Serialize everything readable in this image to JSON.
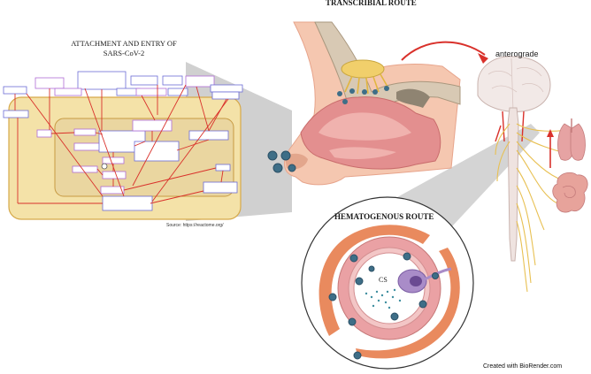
{
  "figure": {
    "left_panel": {
      "title_line1": "ATTACHMENT AND ENTRY OF",
      "title_line2": "SARS-CoV-2",
      "source": "Source: https://reactome.org/"
    },
    "top_route": {
      "label": "TRANSCRIBIAL ROUTE"
    },
    "anterograde": {
      "label": "anterograde"
    },
    "hematogenous": {
      "label": "HEMATOGENOUS ROUTE",
      "cs_label": "CS"
    },
    "credit": "Created with BioRender.com",
    "colors": {
      "pathway_bg": "#f3dfa4",
      "pathway_border": "#d9a93c",
      "arrow_red": "#d9312b",
      "virus": "#3e6e87",
      "vessel_pink": "#e8a2a3",
      "vessel_orange": "#e98a5e",
      "nerve_yellow": "#e8c052",
      "gray_cone": "#bdbdbd"
    }
  }
}
